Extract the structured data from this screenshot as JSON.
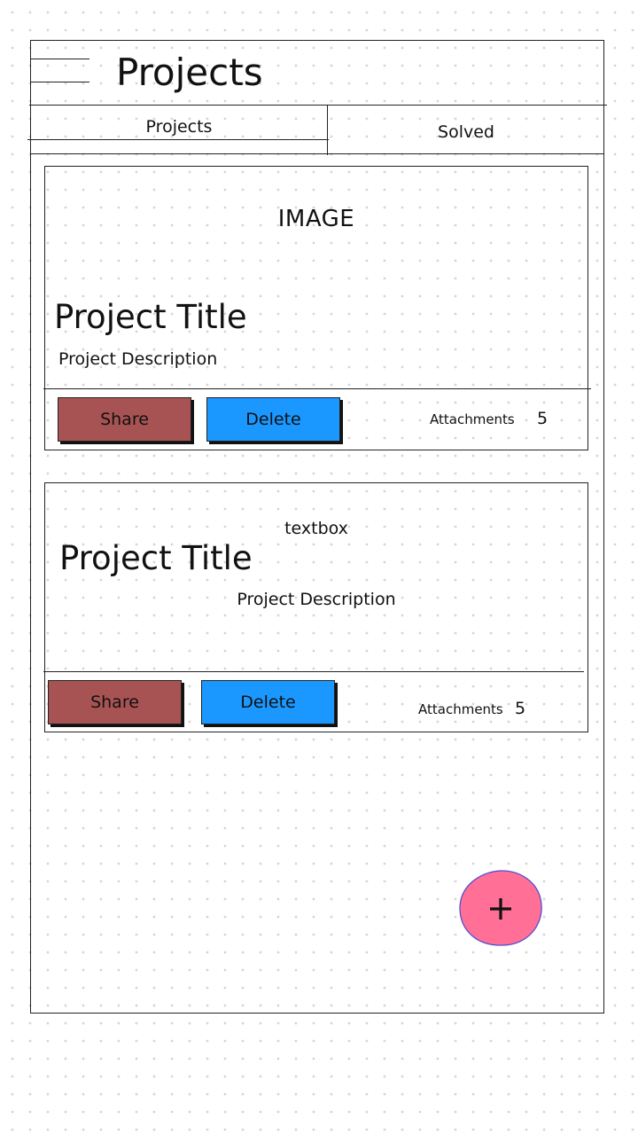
{
  "header": {
    "title": "Projects"
  },
  "tabs": [
    {
      "label": "Projects"
    },
    {
      "label": "Solved"
    }
  ],
  "cards": [
    {
      "media_label": "IMAGE",
      "title": "Project Title",
      "description": "Project Description",
      "share_label": "Share",
      "delete_label": "Delete",
      "attachments_label": "Attachments",
      "attachments_count": "5"
    },
    {
      "media_label": "textbox",
      "title": "Project Title",
      "description": "Project Description",
      "share_label": "Share",
      "delete_label": "Delete",
      "attachments_label": "Attachments",
      "attachments_count": "5"
    }
  ],
  "fab": {
    "icon": "plus-icon",
    "color": "#ff6f96"
  },
  "colors": {
    "share_button": "#a85353",
    "delete_button": "#1a98ff"
  }
}
